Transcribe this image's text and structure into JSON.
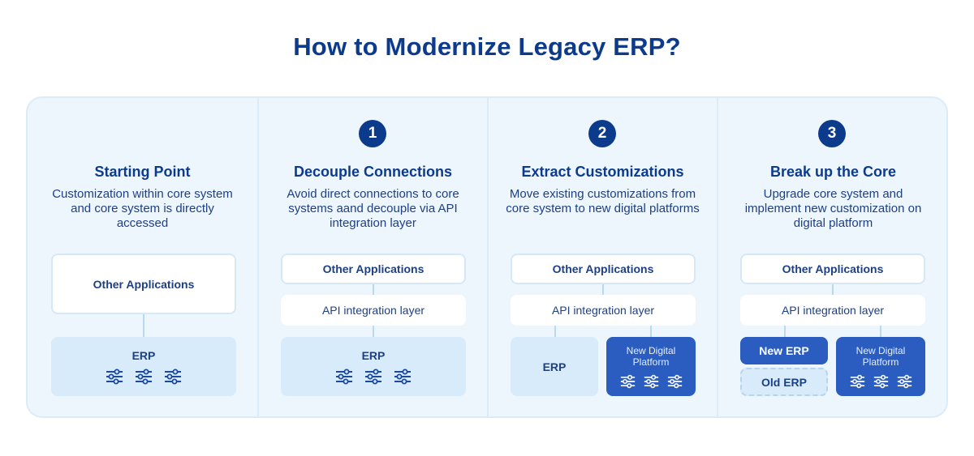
{
  "title": "How to Modernize Legacy ERP?",
  "colors": {
    "primary_dark": "#0d3b8c",
    "panel_bg": "#eef6fd",
    "erp_light": "#d7ebfb",
    "new_platform": "#2a5dbf",
    "connector": "#b9d9f1"
  },
  "columns": [
    {
      "badge": "",
      "title": "Starting Point",
      "description": "Customization within core system and core system is directly accessed",
      "other_apps": "Other Applications",
      "erp": "ERP",
      "icon": "sliders-icon"
    },
    {
      "badge": "1",
      "title": "Decouple Connections",
      "description": "Avoid direct connections to core systems aand decouple via API integration layer",
      "other_apps": "Other Applications",
      "api_layer": "API integration layer",
      "erp": "ERP",
      "icon": "sliders-icon"
    },
    {
      "badge": "2",
      "title": "Extract Customizations",
      "description": "Move existing customizations from core system to new digital platforms",
      "other_apps": "Other Applications",
      "api_layer": "API integration layer",
      "erp": "ERP",
      "new_platform": "New Digital Platform",
      "icon": "sliders-icon"
    },
    {
      "badge": "3",
      "title": "Break up the Core",
      "description": "Upgrade core system and implement new customization on digital platform",
      "other_apps": "Other Applications",
      "api_layer": "API integration layer",
      "new_erp": "New ERP",
      "old_erp": "Old ERP",
      "new_platform": "New Digital Platform",
      "icon": "sliders-icon"
    }
  ]
}
